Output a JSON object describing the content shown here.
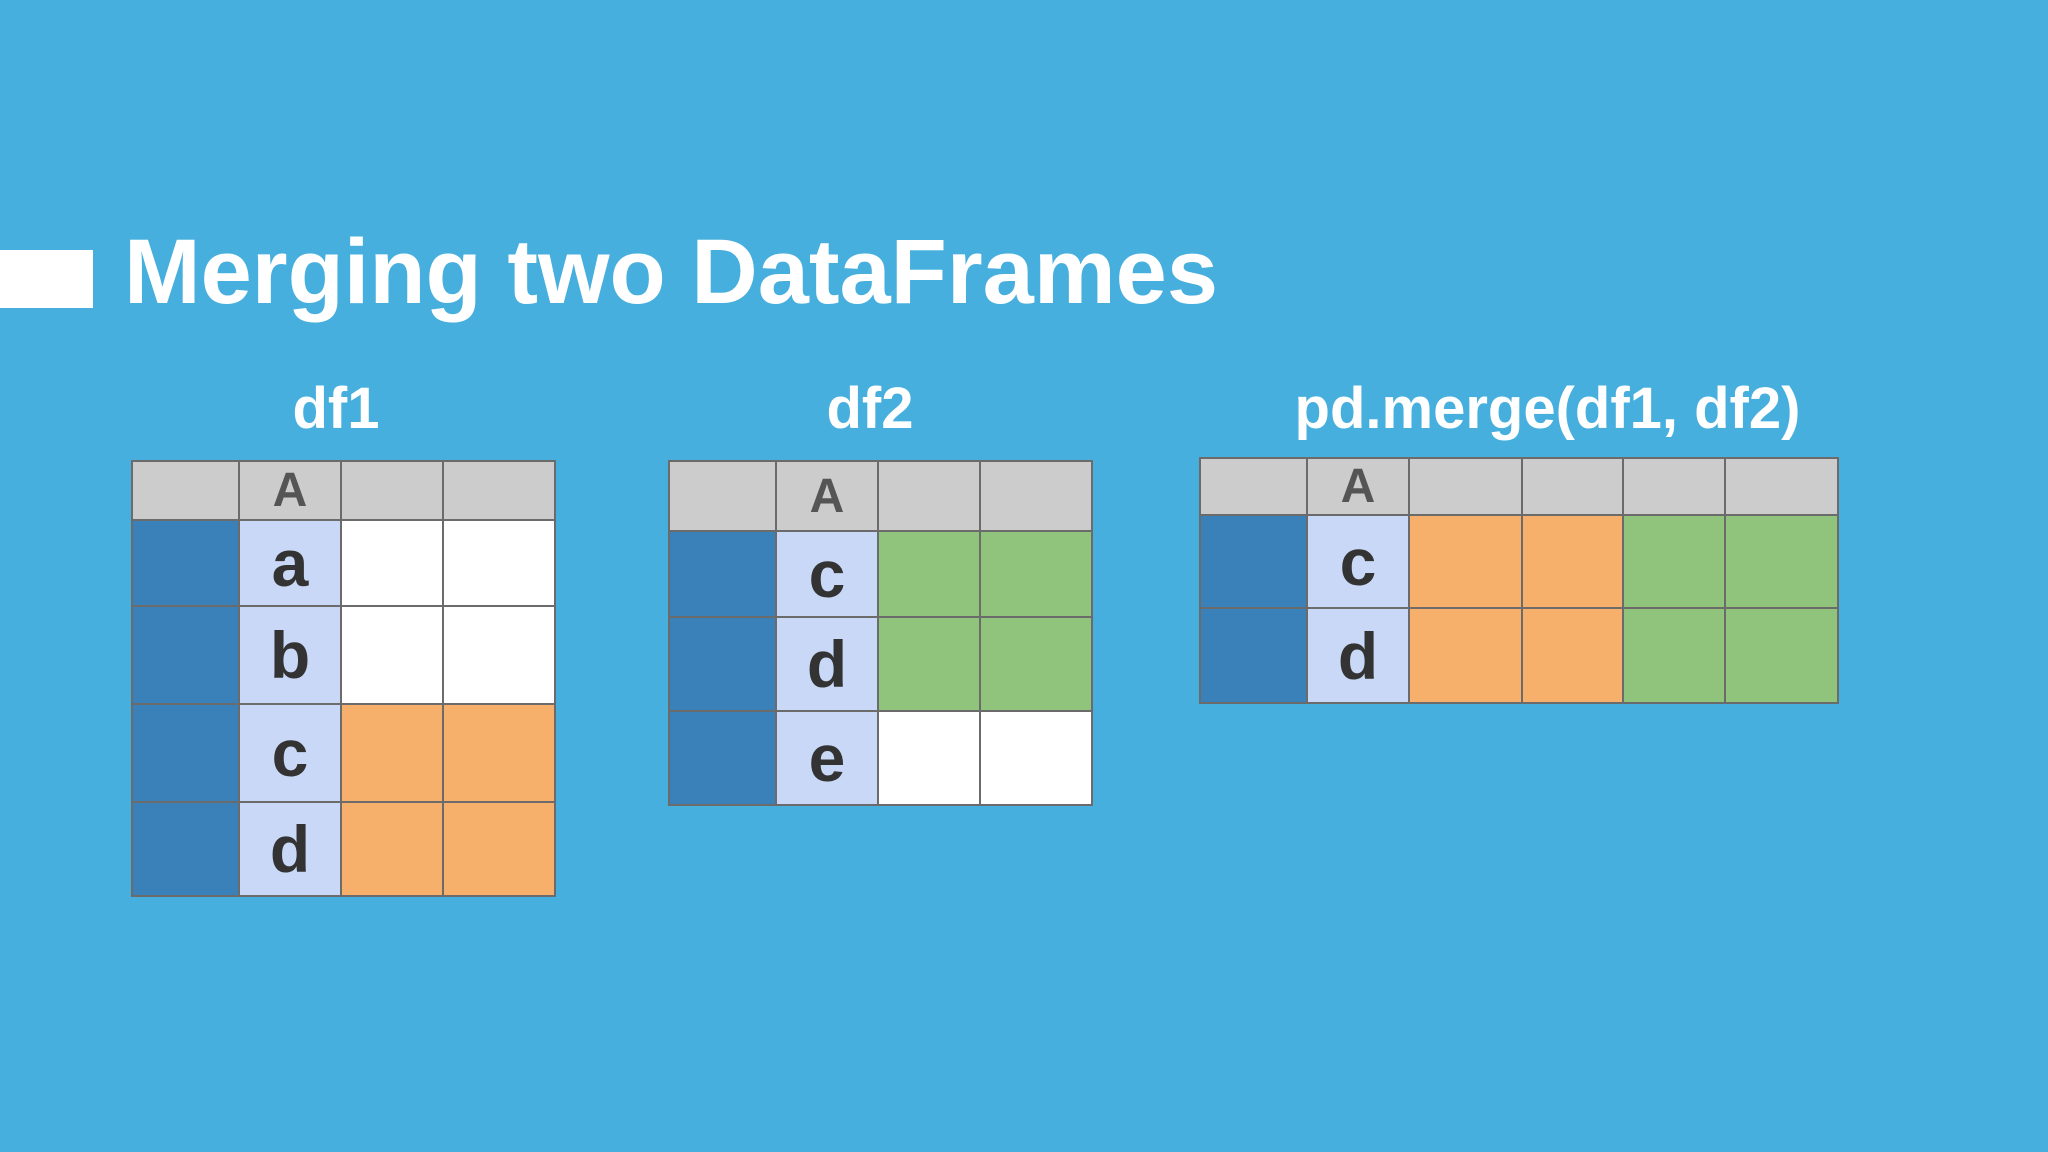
{
  "title": "Merging two DataFrames",
  "colors": {
    "background": "#47afde",
    "title_bar": "#ffffff",
    "header": "#cccccc",
    "index": "#3a80b9",
    "key_column": "#c8d8f6",
    "empty": "#ffffff",
    "orange": "#f6b06b",
    "green": "#90c47c",
    "border": "#6b6b6b"
  },
  "frames": [
    {
      "label": "df1",
      "header_label": "A",
      "rows": [
        {
          "key": "a",
          "values": [
            "empty",
            "empty"
          ]
        },
        {
          "key": "b",
          "values": [
            "empty",
            "empty"
          ]
        },
        {
          "key": "c",
          "values": [
            "orange",
            "orange"
          ]
        },
        {
          "key": "d",
          "values": [
            "orange",
            "orange"
          ]
        }
      ]
    },
    {
      "label": "df2",
      "header_label": "A",
      "rows": [
        {
          "key": "c",
          "values": [
            "green",
            "green"
          ]
        },
        {
          "key": "d",
          "values": [
            "green",
            "green"
          ]
        },
        {
          "key": "e",
          "values": [
            "empty",
            "empty"
          ]
        }
      ]
    },
    {
      "label": "pd.merge(df1, df2)",
      "header_label": "A",
      "rows": [
        {
          "key": "c",
          "values": [
            "orange",
            "orange",
            "green",
            "green"
          ]
        },
        {
          "key": "d",
          "values": [
            "orange",
            "orange",
            "green",
            "green"
          ]
        }
      ]
    }
  ]
}
